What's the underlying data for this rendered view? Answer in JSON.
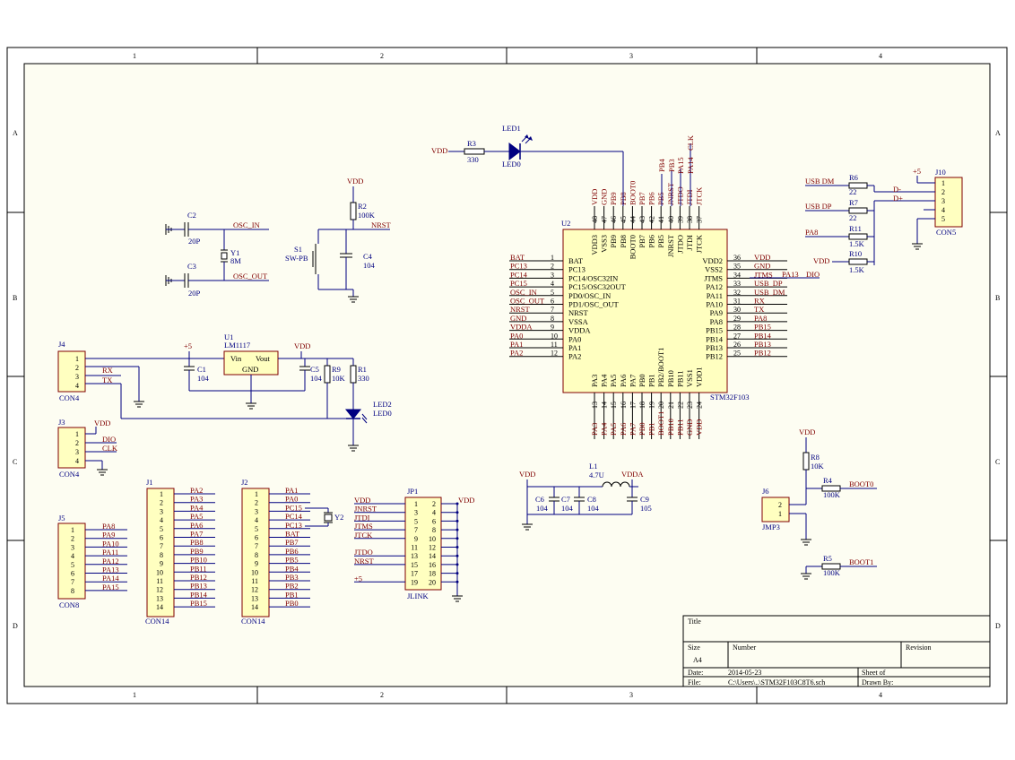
{
  "frame": {
    "col_labels": [
      "1",
      "2",
      "3",
      "4"
    ],
    "row_labels": [
      "A",
      "B",
      "C",
      "D"
    ]
  },
  "title_block": {
    "title_label": "Title",
    "size_label": "Size",
    "size_value": "A4",
    "number_label": "Number",
    "revision_label": "Revision",
    "date_label": "Date:",
    "date_value": "2014-05-23",
    "file_label": "File:",
    "file_value": "C:\\Users\\..\\STM32F103C8T6.sch",
    "sheet_label": "Sheet    of",
    "drawn_label": "Drawn By:"
  },
  "u2": {
    "designator": "U2",
    "part": "STM32F103",
    "left_pins": [
      {
        "num": "1",
        "name": "BAT",
        "net": "BAT"
      },
      {
        "num": "2",
        "name": "PC13",
        "net": "PC13"
      },
      {
        "num": "3",
        "name": "PC14/OSC32IN",
        "net": "PC14"
      },
      {
        "num": "4",
        "name": "PC15/OSC32OUT",
        "net": "PC15"
      },
      {
        "num": "5",
        "name": "PD0/OSC_IN",
        "net": "OSC_IN"
      },
      {
        "num": "6",
        "name": "PD1/OSC_OUT",
        "net": "OSC_OUT"
      },
      {
        "num": "7",
        "name": "NRST",
        "net": "NRST"
      },
      {
        "num": "8",
        "name": "VSSA",
        "net": "GND"
      },
      {
        "num": "9",
        "name": "VDDA",
        "net": "VDDA"
      },
      {
        "num": "10",
        "name": "PA0",
        "net": "PA0"
      },
      {
        "num": "11",
        "name": "PA1",
        "net": "PA1"
      },
      {
        "num": "12",
        "name": "PA2",
        "net": "PA2"
      }
    ],
    "right_pins": [
      {
        "num": "36",
        "name": "VDD2",
        "net": "VDD"
      },
      {
        "num": "35",
        "name": "VSS2",
        "net": "GND"
      },
      {
        "num": "34",
        "name": "JTMS",
        "net": "JTMS"
      },
      {
        "num": "33",
        "name": "PA12",
        "net": "USB_DP"
      },
      {
        "num": "32",
        "name": "PA11",
        "net": "USB_DM"
      },
      {
        "num": "31",
        "name": "PA10",
        "net": "RX"
      },
      {
        "num": "30",
        "name": "PA9",
        "net": "TX"
      },
      {
        "num": "29",
        "name": "PA8",
        "net": "PA8"
      },
      {
        "num": "28",
        "name": "PB15",
        "net": "PB15"
      },
      {
        "num": "27",
        "name": "PB14",
        "net": "PB14"
      },
      {
        "num": "26",
        "name": "PB13",
        "net": "PB13"
      },
      {
        "num": "25",
        "name": "PB12",
        "net": "PB12"
      }
    ],
    "top_pins": [
      {
        "num": "48",
        "name": "VDD3",
        "net": "VDD"
      },
      {
        "num": "47",
        "name": "VSS3",
        "net": "GND"
      },
      {
        "num": "46",
        "name": "PB9",
        "net": "PB9"
      },
      {
        "num": "45",
        "name": "PB8",
        "net": "PB8"
      },
      {
        "num": "44",
        "name": "BOOT0",
        "net": "BOOT0"
      },
      {
        "num": "43",
        "name": "PB7",
        "net": "PB7"
      },
      {
        "num": "42",
        "name": "PB6",
        "net": "PB6"
      },
      {
        "num": "41",
        "name": "PB5",
        "net": "PB5"
      },
      {
        "num": "40",
        "name": "JNRST",
        "net": "JNRST"
      },
      {
        "num": "39",
        "name": "JTDO",
        "net": "JTDO"
      },
      {
        "num": "38",
        "name": "JTDI",
        "net": "JTDI"
      },
      {
        "num": "37",
        "name": "JTCK",
        "net": "JTCK"
      }
    ],
    "top_extra_nets": [
      "PB4",
      "PB3",
      "PA15",
      "PA14",
      "CLK"
    ],
    "bottom_pins": [
      {
        "num": "13",
        "name": "PA3",
        "net": "PA3"
      },
      {
        "num": "14",
        "name": "PA4",
        "net": "PA4"
      },
      {
        "num": "15",
        "name": "PA5",
        "net": "PA5"
      },
      {
        "num": "16",
        "name": "PA6",
        "net": "PA6"
      },
      {
        "num": "17",
        "name": "PA7",
        "net": "PA7"
      },
      {
        "num": "18",
        "name": "PB0",
        "net": "PB0"
      },
      {
        "num": "19",
        "name": "PB1",
        "net": "PB1"
      },
      {
        "num": "20",
        "name": "PB2/BOOT1",
        "net": "BOOT1"
      },
      {
        "num": "21",
        "name": "PB10",
        "net": "PB10"
      },
      {
        "num": "22",
        "name": "PB11",
        "net": "PB11"
      },
      {
        "num": "23",
        "name": "VSS1",
        "net": "GND"
      },
      {
        "num": "24",
        "name": "VDD1",
        "net": "VDD"
      }
    ],
    "pa13": "PA13",
    "dio": "DIO"
  },
  "led1": {
    "designator": "LED1",
    "part": "LED0",
    "r_designator": "R3",
    "r_value": "330",
    "supply": "VDD"
  },
  "osc": {
    "c2": "C2",
    "c2_value": "20P",
    "c3": "C3",
    "c3_value": "20P",
    "y1": "Y1",
    "y1_value": "8M",
    "osc_in": "OSC_IN",
    "osc_out": "OSC_OUT"
  },
  "reset": {
    "supply": "VDD",
    "r2": "R2",
    "r2_value": "100K",
    "nrst": "NRST",
    "s1": "S1",
    "s1_value": "SW-PB",
    "c4": "C4",
    "c4_value": "104"
  },
  "power": {
    "j4": "J4",
    "j4_part": "CON4",
    "j4_pins": [
      "1",
      "2",
      "3",
      "4"
    ],
    "rx": "RX",
    "tx": "TX",
    "plus5": "+5",
    "u1": "U1",
    "u1_part": "LM1117",
    "vin": "Vin",
    "vout": "Vout",
    "gnd": "GND",
    "c1": "C1",
    "c1_value": "104",
    "vdd": "VDD",
    "c5": "C5",
    "c5_value": "104",
    "r9": "R9",
    "r9_value": "10K",
    "r1": "R1",
    "r1_value": "330",
    "led2": "LED2",
    "led2_value": "LED0"
  },
  "j3": {
    "designator": "J3",
    "part": "CON4",
    "pins": [
      "1",
      "2",
      "3",
      "4"
    ],
    "nets": [
      "VDD",
      "DIO",
      "CLK"
    ]
  },
  "j5": {
    "designator": "J5",
    "part": "CON8",
    "pins": [
      "1",
      "2",
      "3",
      "4",
      "5",
      "6",
      "7",
      "8"
    ],
    "nets": [
      "PA8",
      "PA9",
      "PA10",
      "PA11",
      "PA12",
      "PA13",
      "PA14",
      "PA15"
    ]
  },
  "j1": {
    "designator": "J1",
    "part": "CON14",
    "pins": [
      "1",
      "2",
      "3",
      "4",
      "5",
      "6",
      "7",
      "8",
      "9",
      "10",
      "11",
      "12",
      "13",
      "14"
    ],
    "nets": [
      "PA2",
      "PA3",
      "PA4",
      "PA5",
      "PA6",
      "PA7",
      "PB8",
      "PB9",
      "PB10",
      "PB11",
      "PB12",
      "PB13",
      "PB14",
      "PB15"
    ]
  },
  "j2": {
    "designator": "J2",
    "part": "CON14",
    "pins": [
      "1",
      "2",
      "3",
      "4",
      "5",
      "6",
      "7",
      "8",
      "9",
      "10",
      "11",
      "12",
      "13",
      "14"
    ],
    "nets": [
      "PA1",
      "PA0",
      "PC15",
      "PC14",
      "PC13",
      "BAT",
      "PB7",
      "PB6",
      "PB5",
      "PB4",
      "PB3",
      "PB2",
      "PB1",
      "PB0"
    ],
    "y2": "Y2"
  },
  "jp1": {
    "designator": "JP1",
    "part": "JLINK",
    "pins_odd": [
      "1",
      "3",
      "5",
      "7",
      "9",
      "11",
      "13",
      "15",
      "17",
      "19"
    ],
    "pins_even": [
      "2",
      "4",
      "6",
      "8",
      "10",
      "12",
      "14",
      "16",
      "18",
      "20"
    ],
    "nets": [
      "VDD",
      "JNRST",
      "JTDI",
      "JTMS",
      "JTCK",
      "JTDO",
      "NRST",
      "+5"
    ],
    "vdd_right": "VDD"
  },
  "filter": {
    "vdd": "VDD",
    "vdda": "VDDA",
    "c6": "C6",
    "c6_value": "104",
    "c7": "C7",
    "c7_value": "104",
    "c8": "C8",
    "c8_value": "104",
    "c9": "C9",
    "c9_value": "105",
    "l1": "L1",
    "l1_value": "4.7U"
  },
  "usb": {
    "j10": "J10",
    "j10_part": "CON5",
    "pins": [
      "1",
      "2",
      "3",
      "4",
      "5"
    ],
    "usb_dm": "USB DM",
    "usb_dp": "USB DP",
    "pa8": "PA8",
    "vdd": "VDD",
    "plus5": "+5",
    "r6": "R6",
    "r6_value": "22",
    "r7": "R7",
    "r7_value": "22",
    "r11": "R11",
    "r11_value": "1.5K",
    "r10": "R10",
    "r10_value": "1.5K",
    "dminus": "D-",
    "dplus": "D+"
  },
  "boot": {
    "vdd": "VDD",
    "r8": "R8",
    "r8_value": "10K",
    "r4": "R4",
    "r4_value": "100K",
    "boot0": "BOOT0",
    "j6": "J6",
    "j6_part": "JMP3",
    "pins": [
      "2",
      "1"
    ],
    "r5": "R5",
    "r5_value": "100K",
    "boot1": "BOOT1"
  }
}
